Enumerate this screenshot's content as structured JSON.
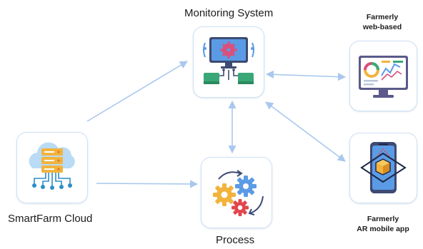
{
  "nodes": {
    "monitoring": {
      "title": "Monitoring System"
    },
    "web": {
      "title_line1": "Farmerly",
      "title_line2": "web-based"
    },
    "cloud": {
      "title": "SmartFarm Cloud"
    },
    "process": {
      "title": "Process"
    },
    "mobile": {
      "title_line1": "Farmerly",
      "title_line2": "AR mobile app"
    }
  },
  "edges": [
    {
      "from": "cloud",
      "to": "monitoring",
      "direction": "to"
    },
    {
      "from": "cloud",
      "to": "process",
      "direction": "to"
    },
    {
      "from": "monitoring",
      "to": "process",
      "direction": "both"
    },
    {
      "from": "monitoring",
      "to": "web",
      "direction": "both"
    },
    {
      "from": "monitoring",
      "to": "mobile",
      "direction": "both"
    }
  ],
  "colors": {
    "connector": "#a9c8ee",
    "node_border": "#cfe0f3"
  }
}
